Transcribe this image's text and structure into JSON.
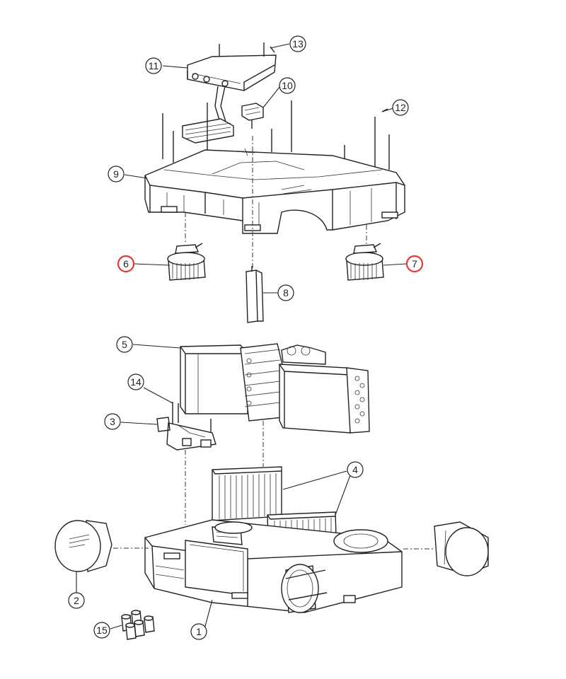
{
  "diagram": {
    "highlight_color": "#e53935",
    "line_color": "#222222",
    "callouts": [
      {
        "id": "c1",
        "label": "1",
        "highlight": false
      },
      {
        "id": "c2",
        "label": "2",
        "highlight": false
      },
      {
        "id": "c3",
        "label": "3",
        "highlight": false
      },
      {
        "id": "c4",
        "label": "4",
        "highlight": false
      },
      {
        "id": "c5",
        "label": "5",
        "highlight": false
      },
      {
        "id": "c6",
        "label": "6",
        "highlight": true
      },
      {
        "id": "c7",
        "label": "7",
        "highlight": true
      },
      {
        "id": "c8",
        "label": "8",
        "highlight": false
      },
      {
        "id": "c9",
        "label": "9",
        "highlight": false
      },
      {
        "id": "c10",
        "label": "10",
        "highlight": false
      },
      {
        "id": "c11",
        "label": "11",
        "highlight": false
      },
      {
        "id": "c12",
        "label": "12",
        "highlight": false
      },
      {
        "id": "c13",
        "label": "13",
        "highlight": false
      },
      {
        "id": "c14",
        "label": "14",
        "highlight": false
      },
      {
        "id": "c15",
        "label": "15",
        "highlight": false
      }
    ]
  }
}
